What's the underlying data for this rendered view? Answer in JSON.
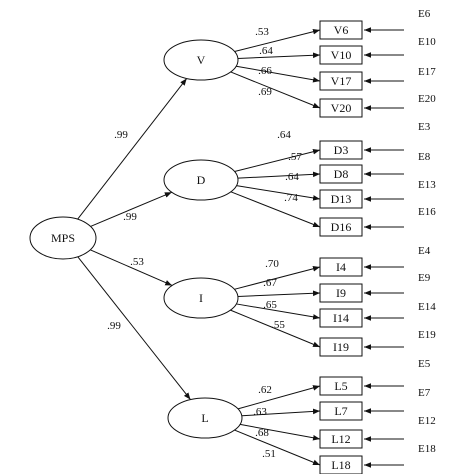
{
  "nodes": {
    "mps": "MPS",
    "factors": [
      {
        "id": "v",
        "label": "V",
        "loading": ".99",
        "items": [
          {
            "label": "V6",
            "error": "E6",
            "loading": ".53"
          },
          {
            "label": "V10",
            "error": "E10",
            "loading": ".64"
          },
          {
            "label": "V17",
            "error": "E17",
            "loading": ".66"
          },
          {
            "label": "V20",
            "error": "E20",
            "loading": ".69"
          }
        ]
      },
      {
        "id": "d",
        "label": "D",
        "loading": ".99",
        "items": [
          {
            "label": "D3",
            "error": "E3",
            "loading": ".64"
          },
          {
            "label": "D8",
            "error": "E8",
            "loading": ".57"
          },
          {
            "label": "D13",
            "error": "E13",
            "loading": ".64"
          },
          {
            "label": "D16",
            "error": "E16",
            "loading": ".74"
          }
        ]
      },
      {
        "id": "i",
        "label": "I",
        "loading": ".53",
        "items": [
          {
            "label": "I4",
            "error": "E4",
            "loading": ".70"
          },
          {
            "label": "I9",
            "error": "E9",
            "loading": ".67"
          },
          {
            "label": "I14",
            "error": "E14",
            "loading": ".65"
          },
          {
            "label": "I19",
            "error": "E19",
            "loading": ".55"
          }
        ]
      },
      {
        "id": "l",
        "label": "L",
        "loading": ".99",
        "items": [
          {
            "label": "L5",
            "error": "E5",
            "loading": ".62"
          },
          {
            "label": "L7",
            "error": "E7",
            "loading": ".63"
          },
          {
            "label": "L12",
            "error": "E12",
            "loading": ".68"
          },
          {
            "label": "L18",
            "error": "E18",
            "loading": ".51"
          }
        ]
      }
    ]
  }
}
